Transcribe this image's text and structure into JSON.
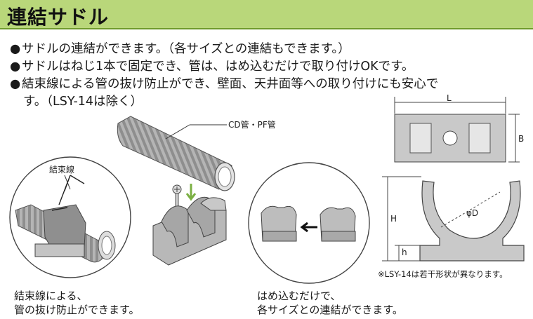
{
  "title": "連結サドル",
  "bullets": [
    "サドルの連結ができます。（各サイズとの連結もできます。）",
    "サドルはねじ1本で固定でき、管は、はめ込むだけで取り付けOKです。",
    "結束線による管の抜け防止ができ、壁面、天井面等への取り付けにも安心で"
  ],
  "bullet_continuation": "す。（LSY-14は除く）",
  "bullet_mark": "●",
  "figure": {
    "label_pipe": "CD管・PF管",
    "label_tie": "結束線",
    "dim_L": "L",
    "dim_B": "B",
    "dim_H": "H",
    "dim_h": "h",
    "dim_phiD": "φD",
    "note": "※LSY-14は若干形状が異なります。"
  },
  "captions": {
    "left_line1": "結束線による、",
    "left_line2": "管の抜け防止ができます。",
    "right_line1": "はめ込むだけで、",
    "right_line2": "各サイズとの連結ができます。"
  },
  "colors": {
    "title_bg": "#b9d77a",
    "title_border": "#6f9a2c",
    "saddle_gray": "#bdbdbd",
    "pipe_gray": "#9a9a9a"
  }
}
